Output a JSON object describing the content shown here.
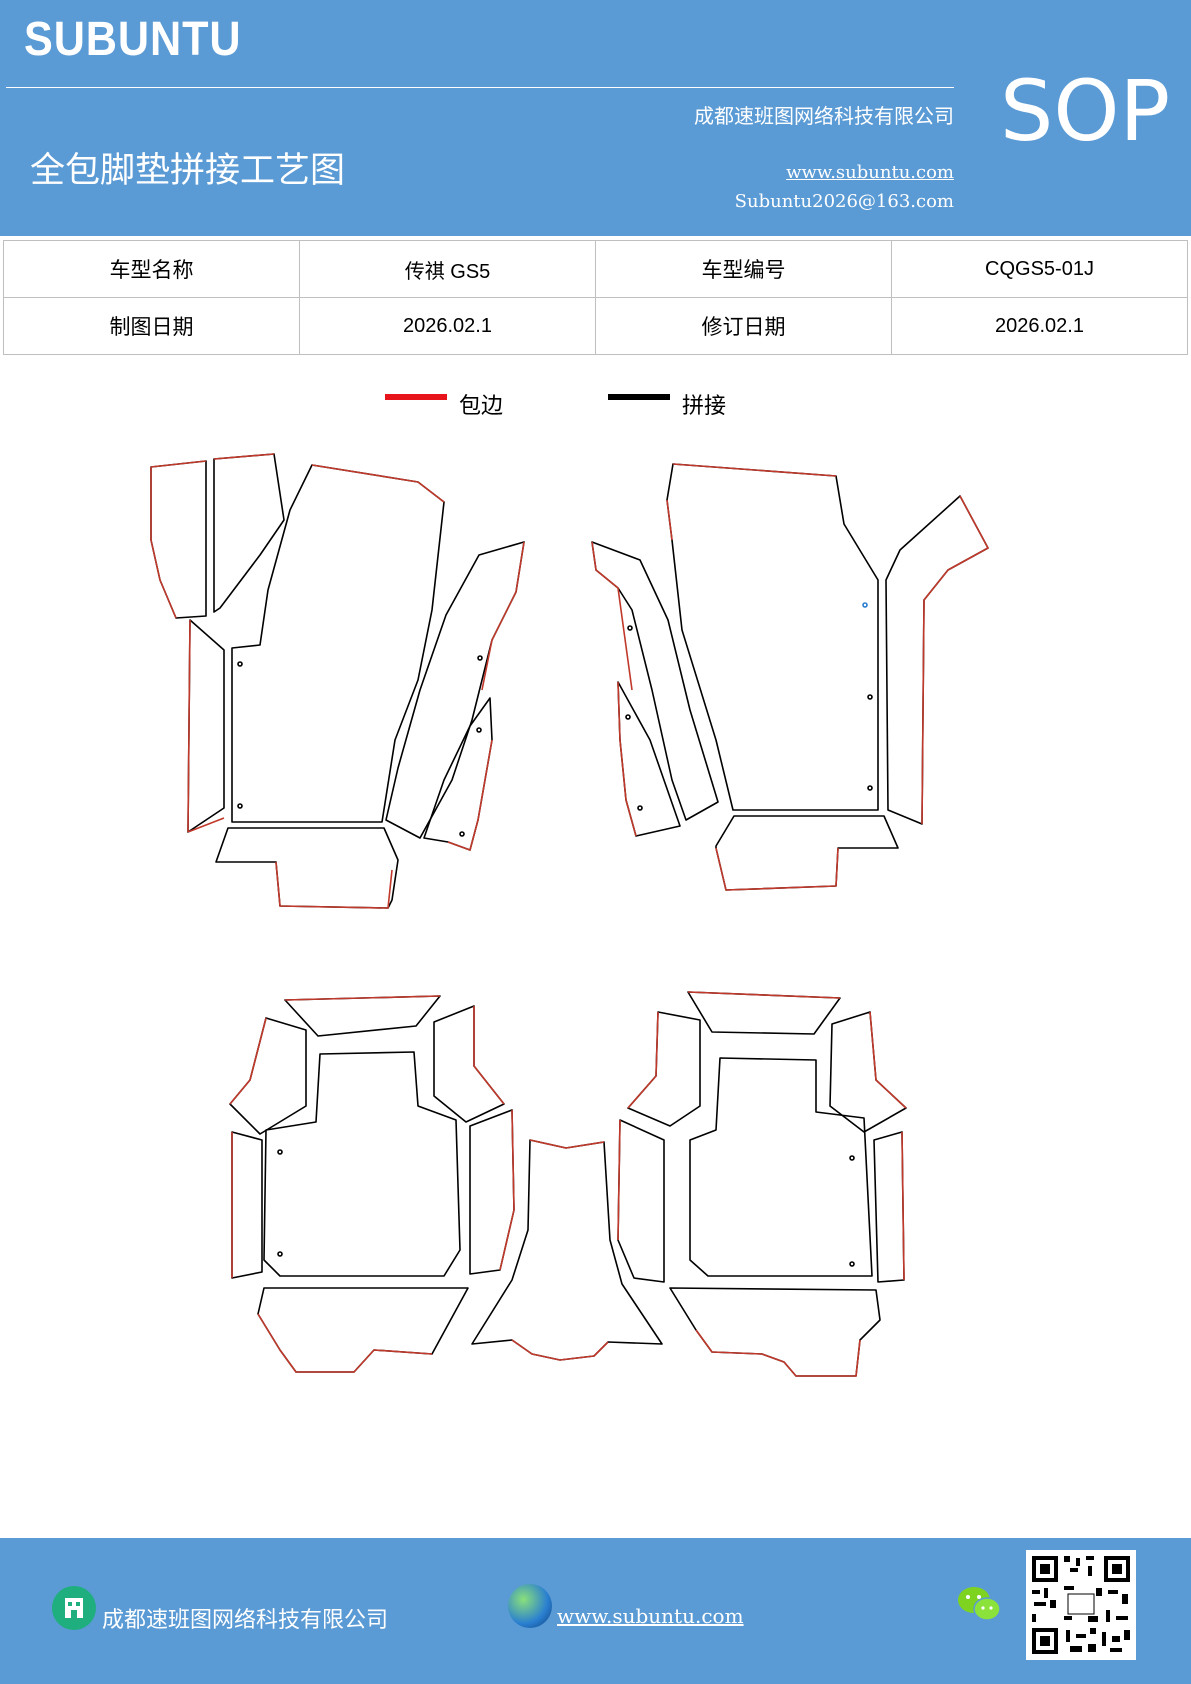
{
  "header": {
    "logo": "SUBUNTU",
    "company": "成都速班图网络科技有限公司",
    "title": "全包脚垫拼接工艺图",
    "website": "www.subuntu.com",
    "email": "Subuntu2026@163.com",
    "badge": "SOP"
  },
  "info": {
    "model_name_label": "车型名称",
    "model_name": "传祺 GS5",
    "model_code_label": "车型编号",
    "model_code": "CQGS5-01J",
    "draw_date_label": "制图日期",
    "draw_date": "2026.02.1",
    "revise_date_label": "修订日期",
    "revise_date": "2026.02.1"
  },
  "legend": {
    "edge_label": "包边",
    "edge_color": "#e8141c",
    "seam_label": "拼接",
    "seam_color": "#000000"
  },
  "footer": {
    "company_icon": "building-icon",
    "company": "成都速班图网络科技有限公司",
    "web_icon": "globe-icon",
    "website": "www.subuntu.com",
    "wechat_icon": "wechat-icon",
    "qr": "qr-code"
  }
}
